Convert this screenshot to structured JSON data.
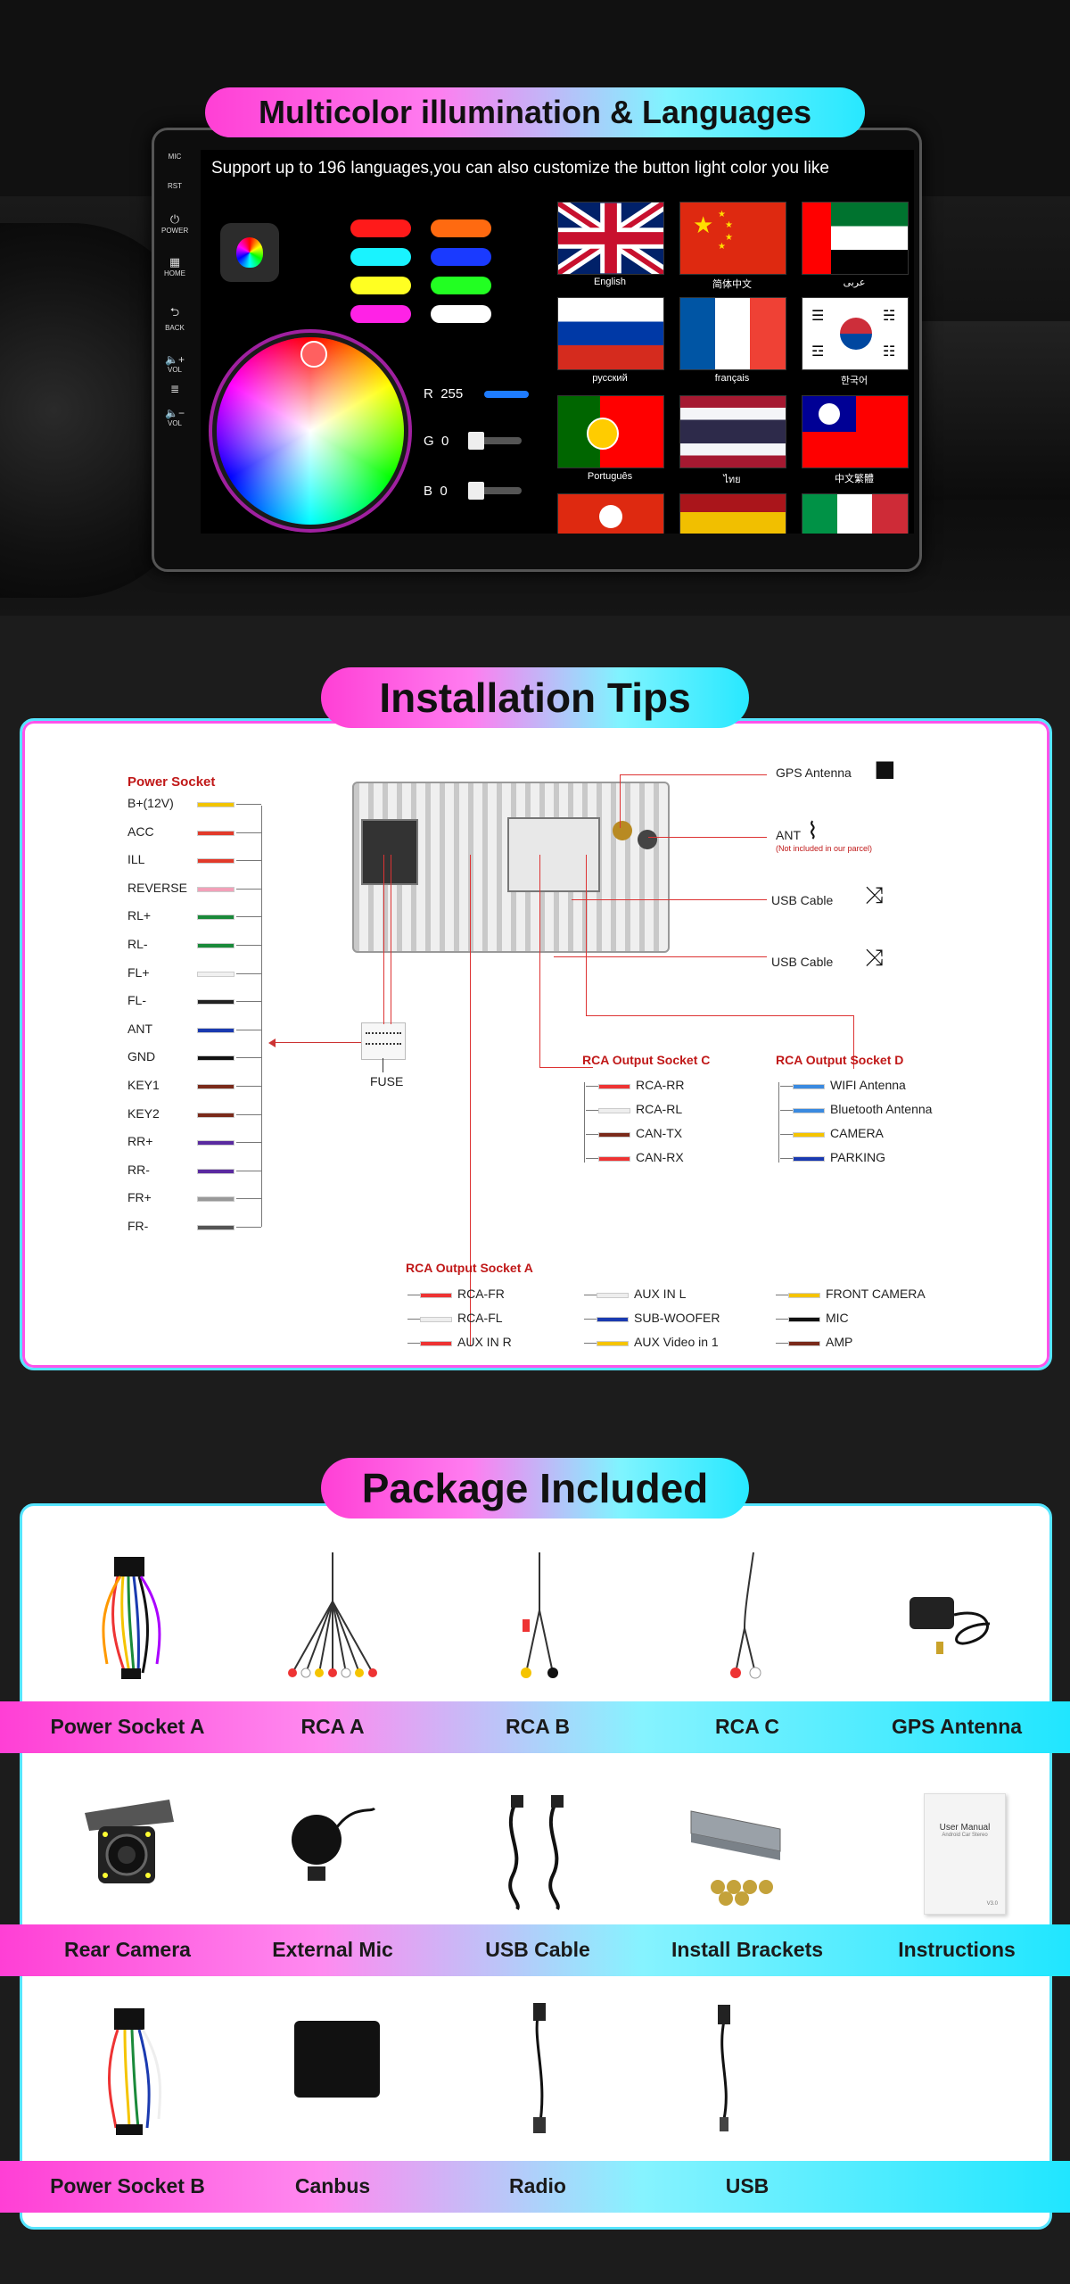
{
  "section1": {
    "banner": "Multicolor illumination & Languages",
    "screen_info": "Support up to 196 languages,you can also customize the button light color you like",
    "side_buttons": [
      "MIC",
      "RST",
      "POWER",
      "HOME",
      "BACK",
      "VOL",
      "VOL"
    ],
    "rgb": {
      "r_label": "R",
      "r_value": "255",
      "g_label": "G",
      "g_value": "0",
      "b_label": "B",
      "b_value": "0"
    },
    "light_colors": [
      "#ff1a1a",
      "#ff6a10",
      "#19f3ff",
      "#1a3aff",
      "#ffff22",
      "#22ff22",
      "#ff22e6",
      "#ffffff"
    ],
    "languages": [
      "English",
      "简体中文",
      "عربى",
      "русский",
      "français",
      "한국어",
      "Português",
      "ไทย",
      "中文繁體"
    ]
  },
  "section2": {
    "banner": "Installation Tips",
    "power_socket_title": "Power Socket",
    "power_socket": [
      {
        "label": "B+(12V)",
        "color": "#f2c400"
      },
      {
        "label": "ACC",
        "color": "#e23a2a"
      },
      {
        "label": "ILL",
        "color": "#e23a2a"
      },
      {
        "label": "REVERSE",
        "color": "#f2a0b8"
      },
      {
        "label": "RL+",
        "color": "#1a8a3a"
      },
      {
        "label": "RL-",
        "color": "#1a8a3a"
      },
      {
        "label": "FL+",
        "color": "#f0f0f0"
      },
      {
        "label": "FL-",
        "color": "#222222"
      },
      {
        "label": "ANT",
        "color": "#1a3ab0"
      },
      {
        "label": "GND",
        "color": "#111111"
      },
      {
        "label": "KEY1",
        "color": "#7a2a1a"
      },
      {
        "label": "KEY2",
        "color": "#7a2a1a"
      },
      {
        "label": "RR+",
        "color": "#5a2aa0"
      },
      {
        "label": "RR-",
        "color": "#5a2aa0"
      },
      {
        "label": "FR+",
        "color": "#999999"
      },
      {
        "label": "FR-",
        "color": "#555555"
      }
    ],
    "fuse": "FUSE",
    "gps_antenna": "GPS Antenna",
    "ant": "ANT",
    "ant_note": "(Not included in our parcel)",
    "usb1": "USB Cable",
    "usb2": "USB Cable",
    "rca_c_title": "RCA Output Socket C",
    "rca_c": [
      "RCA-RR",
      "RCA-RL",
      "CAN-TX",
      "CAN-RX"
    ],
    "rca_d_title": "RCA Output Socket D",
    "rca_d": [
      "WIFI Antenna",
      "Bluetooth Antenna",
      "CAMERA",
      "PARKING"
    ],
    "rca_a_title": "RCA Output Socket A",
    "rca_a_col1": [
      "RCA-FR",
      "RCA-FL",
      "AUX IN R"
    ],
    "rca_a_col2": [
      "AUX IN L",
      "SUB-WOOFER",
      "AUX Video in 1"
    ],
    "rca_a_col3": [
      "FRONT CAMERA",
      "MIC",
      "AMP"
    ]
  },
  "section3": {
    "banner": "Package Included",
    "row1": [
      "Power Socket A",
      "RCA  A",
      "RCA  B",
      "RCA  C",
      "GPS Antenna"
    ],
    "row2": [
      "Rear Camera",
      "External Mic",
      "USB Cable",
      "Install Brackets",
      "Instructions"
    ],
    "row3": [
      "Power Socket B",
      "Canbus",
      "Radio",
      "USB"
    ],
    "manual_title": "User Manual",
    "manual_sub": "Android Car Stereo",
    "manual_ver": "V3.0"
  }
}
